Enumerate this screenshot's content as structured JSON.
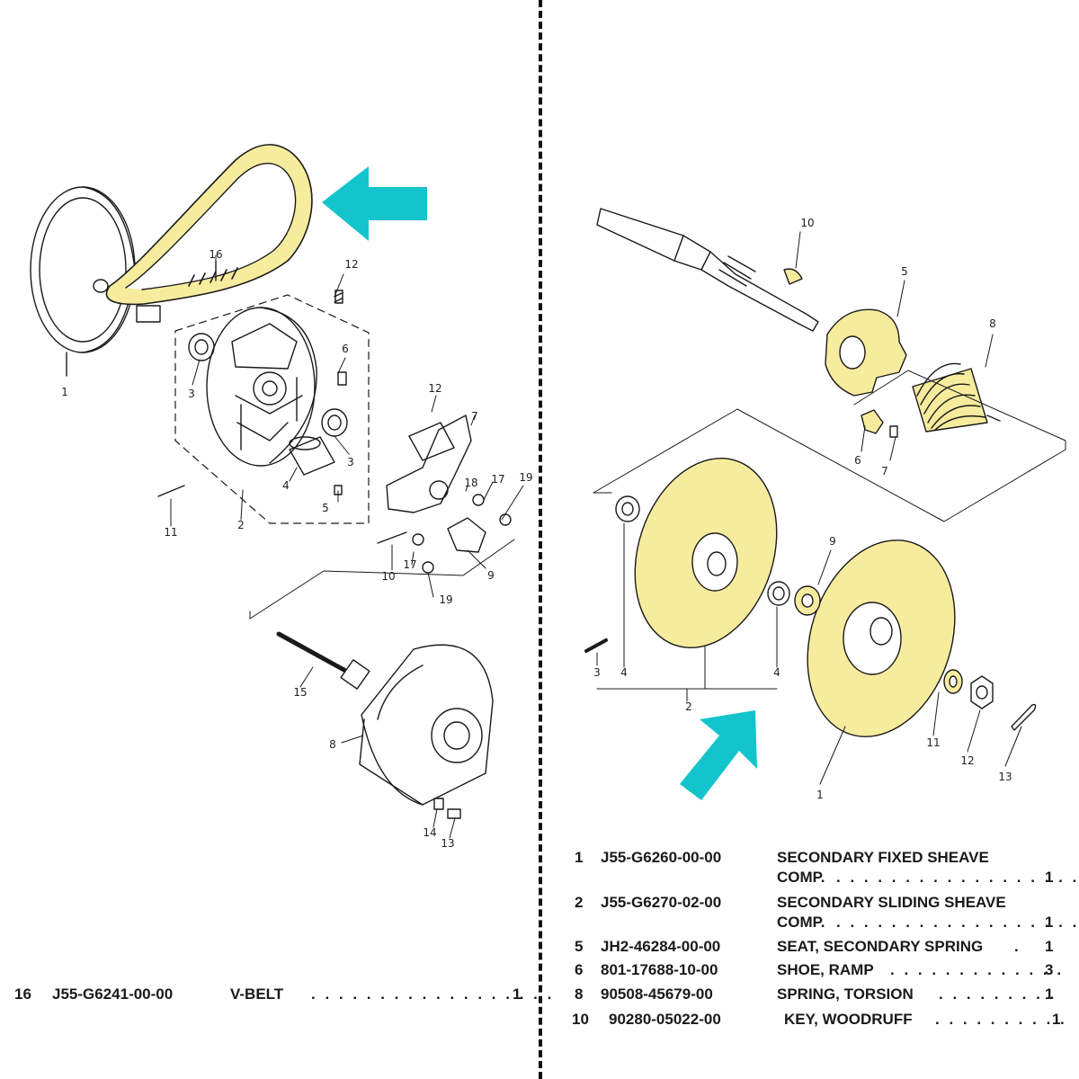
{
  "colors": {
    "highlight": "#f7ec9e",
    "arrow": "#14c4cc",
    "line": "#1a1a1a"
  },
  "left_panel": {
    "callouts": [
      "1",
      "16",
      "12",
      "3",
      "6",
      "3",
      "4",
      "5",
      "2",
      "11",
      "12",
      "7",
      "18",
      "17",
      "19",
      "10",
      "17",
      "9",
      "19",
      "15",
      "8",
      "14",
      "13"
    ],
    "parts_list": [
      {
        "ref": "16",
        "part": "J55-G6241-00-00",
        "desc": "V-BELT",
        "dots": ". . . . . . . . . . . . . . . . . .",
        "qty": "1"
      }
    ]
  },
  "right_panel": {
    "callouts": [
      "10",
      "5",
      "8",
      "6",
      "7",
      "9",
      "3",
      "4",
      "2",
      "4",
      "11",
      "12",
      "13",
      "1"
    ],
    "parts_list": [
      {
        "ref": "1",
        "part": "J55-G6260-00-00",
        "desc": "SECONDARY FIXED SHEAVE",
        "desc2": "COMP.",
        "dots": ". . . . . . . . . . . . . . . . . .",
        "qty": "1"
      },
      {
        "ref": "2",
        "part": "J55-G6270-02-00",
        "desc": "SECONDARY SLIDING SHEAVE",
        "desc2": "COMP.",
        "dots": ". . . . . . . . . . . . . . . . . .",
        "qty": "1"
      },
      {
        "ref": "5",
        "part": "JH2-46284-00-00",
        "desc": "SEAT, SECONDARY SPRING",
        "dots": ".",
        "qty": "1"
      },
      {
        "ref": "6",
        "part": "801-17688-10-00",
        "desc": "SHOE, RAMP",
        "dots": ". . . . . . . . . . . . .",
        "qty": "3"
      },
      {
        "ref": "8",
        "part": "90508-45679-00",
        "desc": "SPRING, TORSION",
        "dots": ". . . . . . . . .",
        "qty": "1"
      },
      {
        "ref": "10",
        "part": "90280-05022-00",
        "desc": "KEY, WOODRUFF",
        "dots": ". . . . . . . . . .",
        "qty": "1"
      }
    ]
  }
}
